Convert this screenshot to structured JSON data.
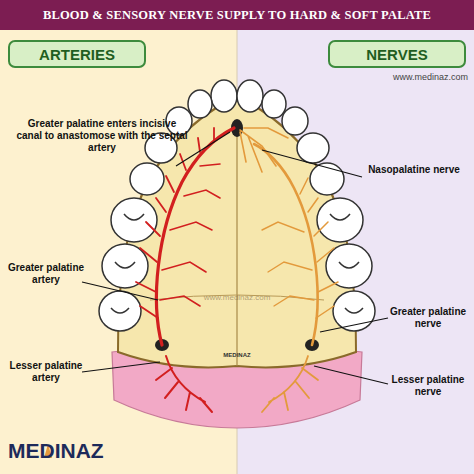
{
  "diagram": {
    "title": "BLOOD & SENSORY NERVE SUPPLY TO HARD & SOFT PALATE",
    "nodes": [
      {
        "text": [
          "ARTERIES"
        ]
      },
      {
        "text": [
          "NERVES"
        ]
      }
    ],
    "labels": [
      "www.medinaz.com",
      "Greater palatine enters incisive canal to anastomose with the septal artery",
      "Nasopalatine nerve",
      "Greater palatine artery",
      "www.medinaz.com",
      "Greater palatine nerve",
      "MEDINAZ",
      "Lesser palatine artery",
      "Lesser palatine nerve",
      "MEDINAZ"
    ]
  }
}
